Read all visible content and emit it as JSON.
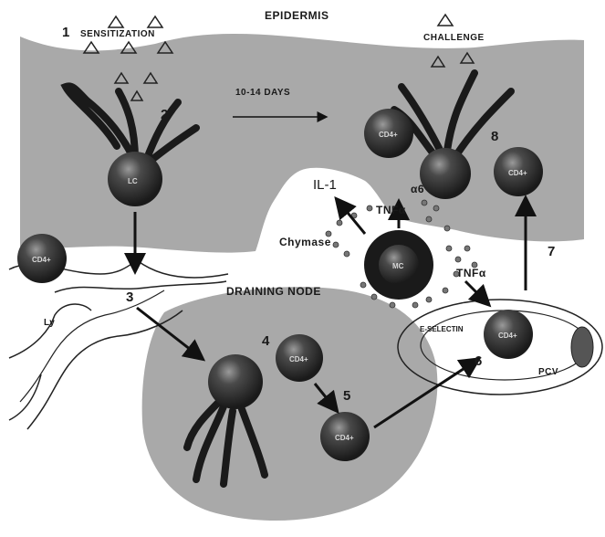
{
  "labels": {
    "epidermis": "EPIDERMIS",
    "sensitization": "SENSITIZATION",
    "challenge": "CHALLENGE",
    "days": "10-14 DAYS",
    "draining_node": "DRAINING NODE",
    "il1": "IL-1",
    "alpha6": "α6",
    "tnf_top": "TNFα",
    "tnf_right": "TNFα",
    "chymase": "Chymase",
    "ly": "Ly",
    "e_selectin": "E-SELECTIN",
    "pcv": "PCV"
  },
  "steps": [
    "1",
    "2",
    "3",
    "4",
    "5",
    "6",
    "7",
    "8"
  ],
  "cells": {
    "lc": "LC",
    "mc": "MC",
    "cd4": "CD4+",
    "cd4_skin_left": "CD4+",
    "cd4_skin_right": "CD4+",
    "cd4_free": "CD4+",
    "cd4_node_a": "CD4+",
    "cd4_node_b": "CD4+",
    "cd4_vessel": "CD4+"
  },
  "colors": {
    "tissue": "#a9a9a9",
    "cell": "#2e2e2e",
    "line": "#111111"
  }
}
